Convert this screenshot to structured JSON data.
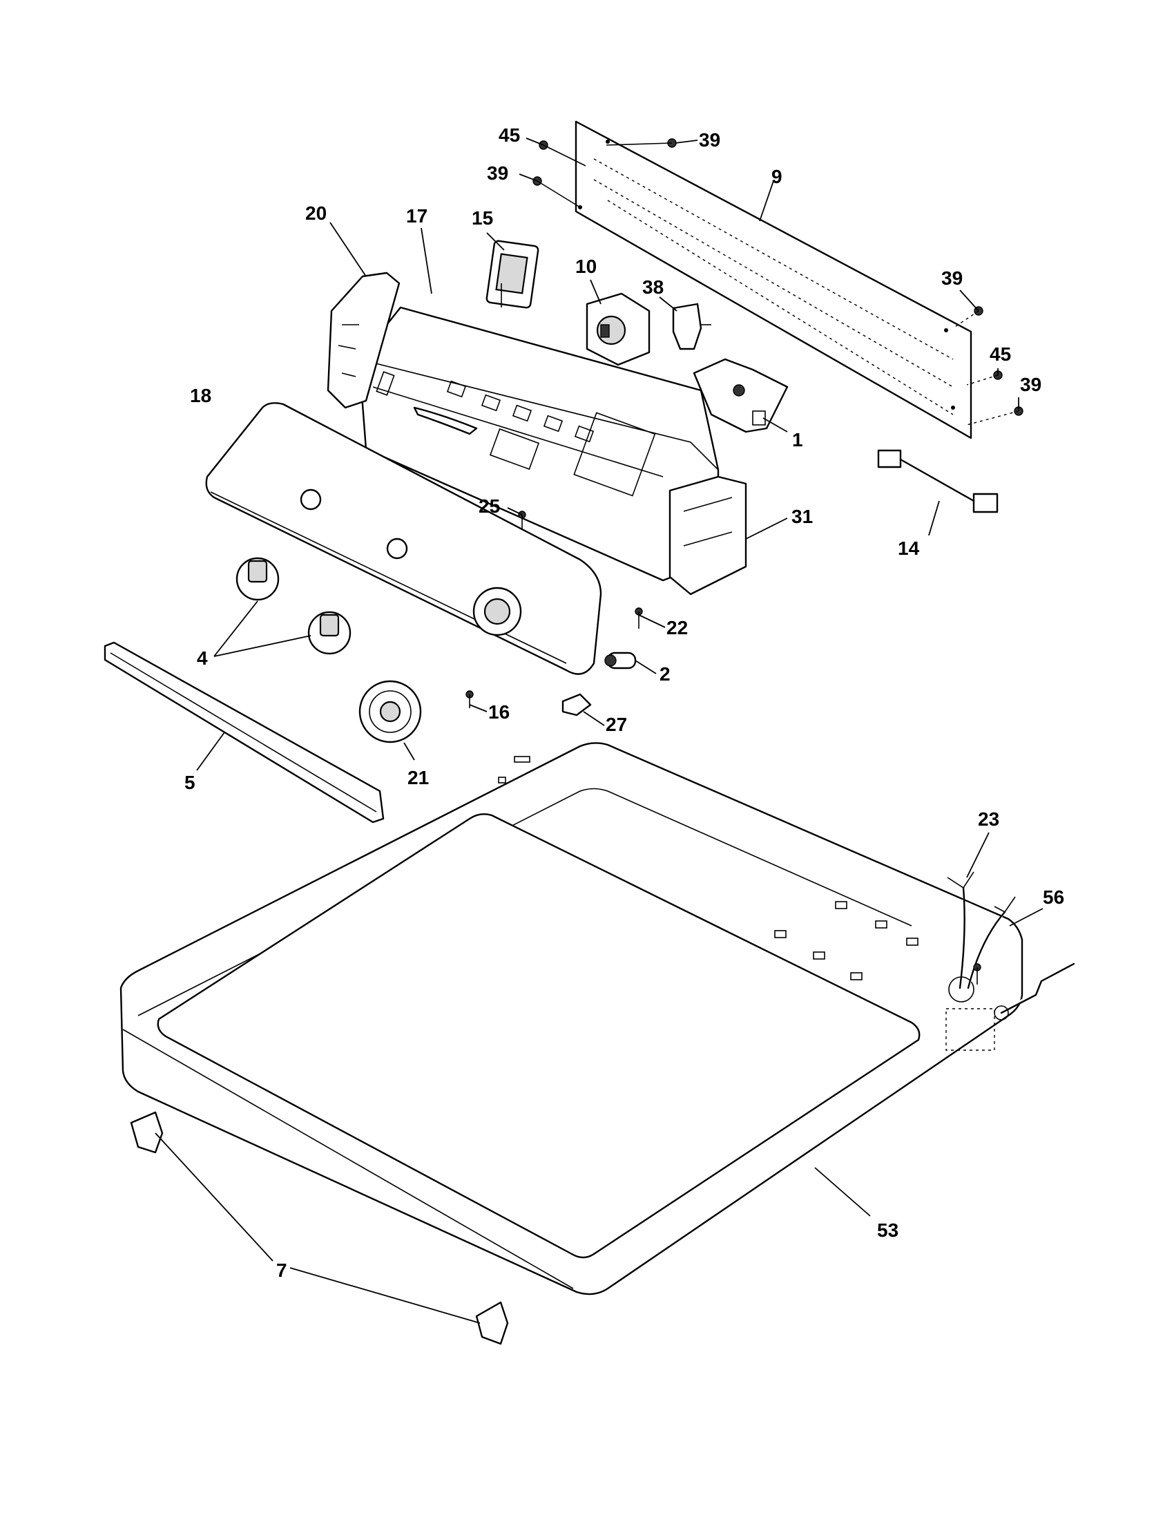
{
  "callouts": [
    {
      "id": "c45a",
      "label": "45"
    },
    {
      "id": "c39a",
      "label": "39"
    },
    {
      "id": "c39b",
      "label": "39"
    },
    {
      "id": "c9",
      "label": "9"
    },
    {
      "id": "c20",
      "label": "20"
    },
    {
      "id": "c17",
      "label": "17"
    },
    {
      "id": "c15",
      "label": "15"
    },
    {
      "id": "c10",
      "label": "10"
    },
    {
      "id": "c38",
      "label": "38"
    },
    {
      "id": "c39c",
      "label": "39"
    },
    {
      "id": "c45b",
      "label": "45"
    },
    {
      "id": "c39d",
      "label": "39"
    },
    {
      "id": "c18",
      "label": "18"
    },
    {
      "id": "c1",
      "label": "1"
    },
    {
      "id": "c25",
      "label": "25"
    },
    {
      "id": "c31",
      "label": "31"
    },
    {
      "id": "c14",
      "label": "14"
    },
    {
      "id": "c22",
      "label": "22"
    },
    {
      "id": "c4",
      "label": "4"
    },
    {
      "id": "c2",
      "label": "2"
    },
    {
      "id": "c16",
      "label": "16"
    },
    {
      "id": "c27",
      "label": "27"
    },
    {
      "id": "c5",
      "label": "5"
    },
    {
      "id": "c21",
      "label": "21"
    },
    {
      "id": "c23",
      "label": "23"
    },
    {
      "id": "c56",
      "label": "56"
    },
    {
      "id": "c53",
      "label": "53"
    },
    {
      "id": "c7",
      "label": "7"
    }
  ]
}
